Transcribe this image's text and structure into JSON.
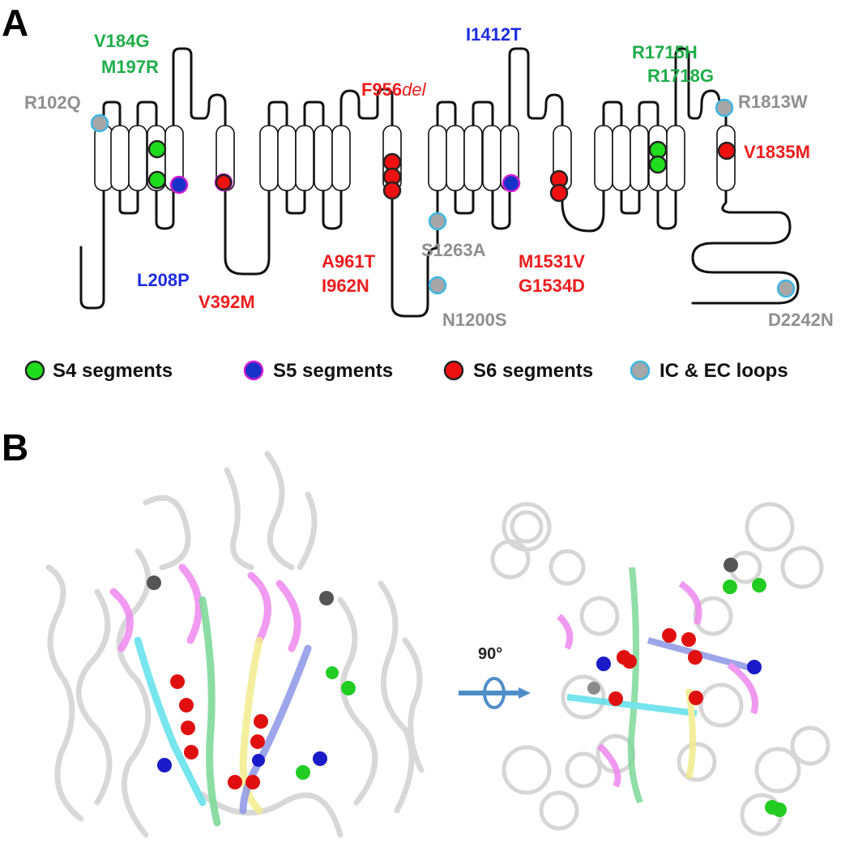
{
  "panels": {
    "a": "A",
    "b": "B"
  },
  "colors": {
    "s4": "#1fdc1f",
    "s5": "#1531c8",
    "s6": "#ee1111",
    "loop": "#a6a6a6",
    "label_green": "#1fae4a",
    "label_blue": "#1e2be0",
    "label_red": "#ee1c1c",
    "label_gray": "#8f8f8f"
  },
  "mutations": {
    "v184g": "V184G",
    "m197r": "M197R",
    "r102q": "R102Q",
    "l208p": "L208P",
    "v392m": "V392M",
    "f956": "F956",
    "del": "del",
    "a961t": "A961T",
    "i962n": "I962N",
    "i1412t": "I1412T",
    "s1263a": "S1263A",
    "n1200s": "N1200S",
    "m1531v": "M1531V",
    "g1534d": "G1534D",
    "r1715h": "R1715H",
    "r1718g": "R1718G",
    "r1813w": "R1813W",
    "v1835m": "V1835M",
    "d2242n": "D2242N"
  },
  "legend": [
    {
      "label": "S4 segments",
      "fill": "#1fdc1f",
      "stroke": "#222222"
    },
    {
      "label": "S5 segments",
      "fill": "#1531c8",
      "stroke": "#d21cd2"
    },
    {
      "label": "S6 segments",
      "fill": "#ee1111",
      "stroke": "#222222"
    },
    {
      "label": "IC & EC loops",
      "fill": "#a6a6a6",
      "stroke": "#3bb7e6"
    }
  ],
  "rotation_label": "90°"
}
